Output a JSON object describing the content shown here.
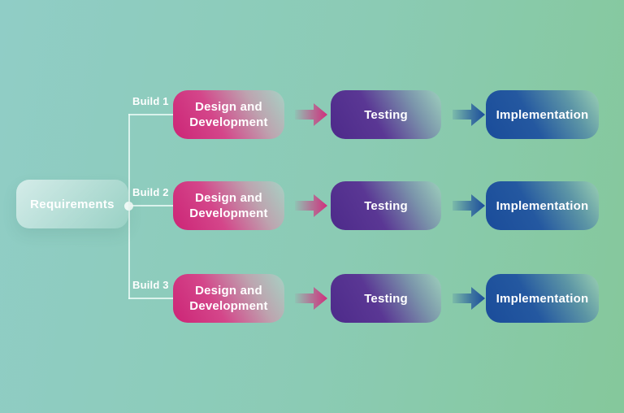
{
  "root": {
    "label": "Requirements"
  },
  "builds": [
    {
      "name": "Build 1",
      "design": "Design and Development",
      "testing": "Testing",
      "implementation": "Implementation"
    },
    {
      "name": "Build 2",
      "design": "Design and Development",
      "testing": "Testing",
      "implementation": "Implementation"
    },
    {
      "name": "Build 3",
      "design": "Design and Development",
      "testing": "Testing",
      "implementation": "Implementation"
    }
  ],
  "icons": {
    "flow_arrow_pink": "arrow-right",
    "flow_arrow_blue": "arrow-right"
  },
  "colors": {
    "background_left": "#90CDC6",
    "background_right": "#85C89B",
    "design_node": "#CC2476",
    "testing_node": "#4D2A8A",
    "implementation_node": "#1A4C9A",
    "arrow_pink": "#D02F7D",
    "arrow_blue": "#1B4D9B",
    "connector_line": "#F0FCF8",
    "text": "#FFFFFF"
  }
}
